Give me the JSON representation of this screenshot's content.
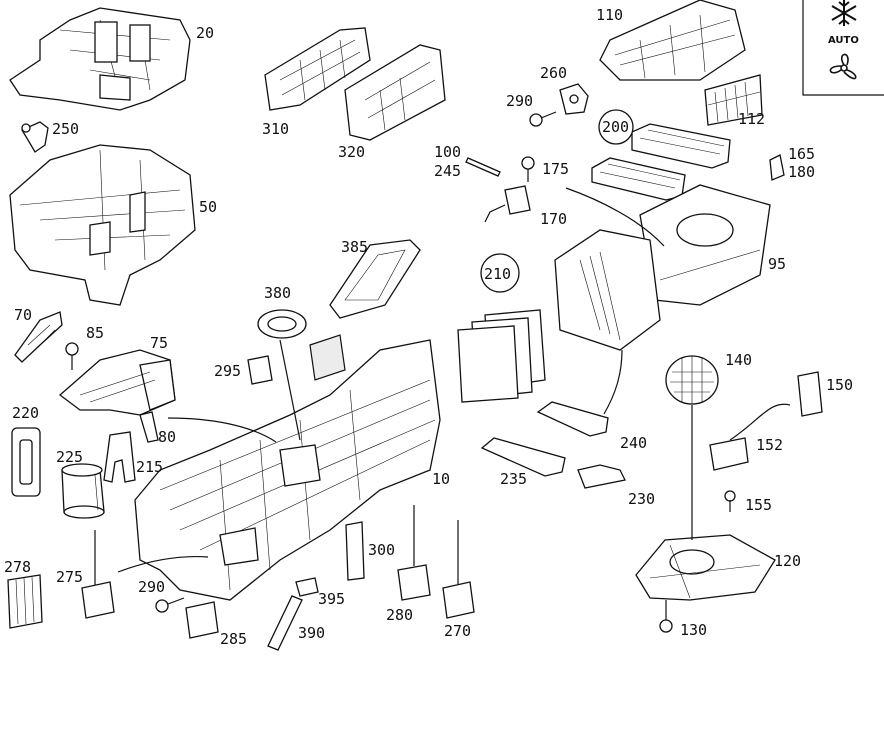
{
  "diagram": {
    "part_numbers": {
      "p20": "20",
      "p250": "250",
      "p50": "50",
      "p70": "70",
      "p85": "85",
      "p75": "75",
      "p220": "220",
      "p225": "225",
      "p80": "80",
      "p215": "215",
      "p295": "295",
      "p380": "380",
      "p385": "385",
      "p310": "310",
      "p320": "320",
      "p110": "110",
      "p260": "260",
      "p290a": "290",
      "p112": "112",
      "p200": "200",
      "p100": "100",
      "p245": "245",
      "p175": "175",
      "p170": "170",
      "p165": "165",
      "p180": "180",
      "p210": "210",
      "p95": "95",
      "p140": "140",
      "p150": "150",
      "p152": "152",
      "p155": "155",
      "p240": "240",
      "p235": "235",
      "p230": "230",
      "p10": "10",
      "p278": "278",
      "p275": "275",
      "p290b": "290",
      "p285": "285",
      "p395": "395",
      "p390": "390",
      "p300": "300",
      "p280": "280",
      "p270": "270",
      "p120": "120",
      "p130": "130"
    },
    "legend": {
      "auto_label": "AUTO",
      "snowflake_icon": "snowflake-icon",
      "fan_icon": "fan-icon"
    }
  }
}
